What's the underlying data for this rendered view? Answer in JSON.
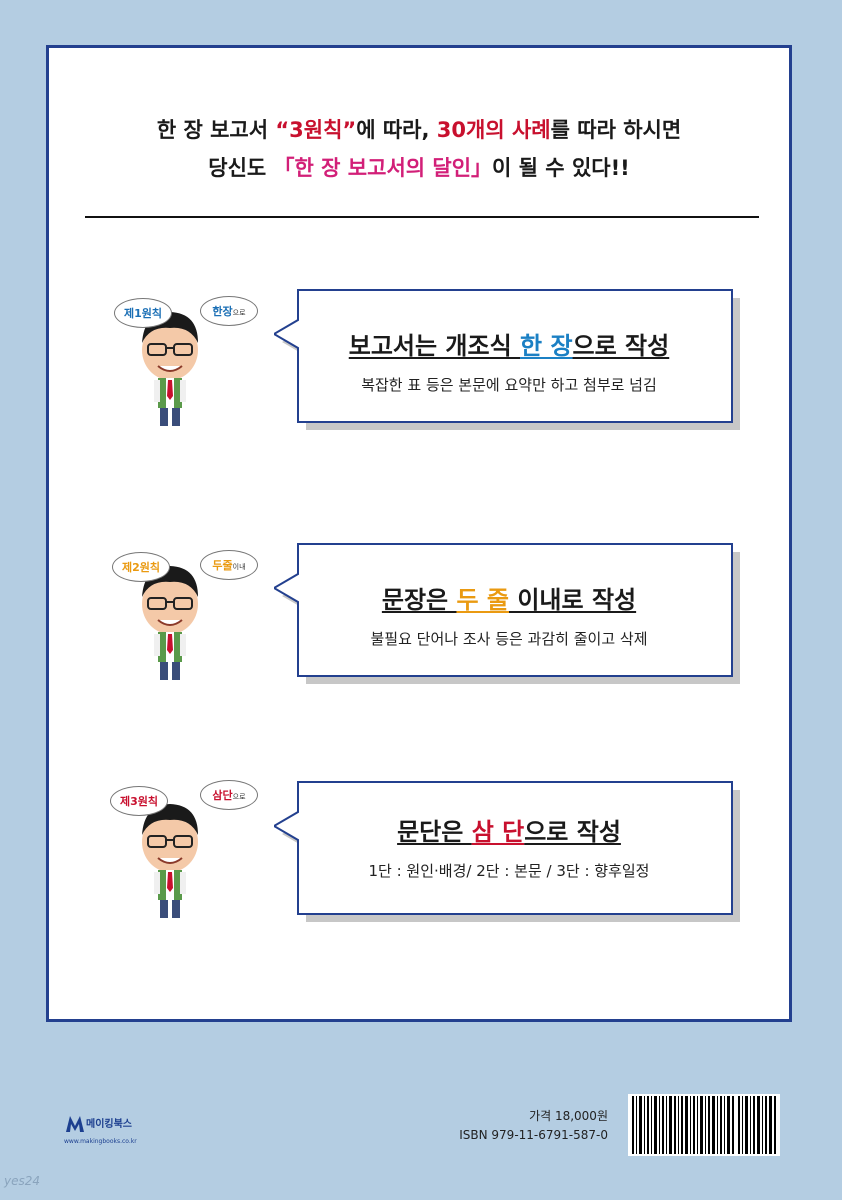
{
  "headline": {
    "line1_a": "한 장 보고서 ",
    "line1_b": "“3원칙”",
    "line1_c": "에 따라, ",
    "line1_d": "30개의 사례",
    "line1_e": "를 따라 하시면",
    "line2_a": "당신도 ",
    "line2_b": "「한 장 보고서의 달인」",
    "line2_c": "이 될 수 있다!!"
  },
  "rules": [
    {
      "tag": "제1원칙",
      "tag_color": "#1b6fb5",
      "keyword": "한장",
      "keyword_small": "으로",
      "keyword_color": "#1b6fb5",
      "title_a": "보고서는 개조식 ",
      "title_b": "한 장",
      "title_c": "으로 작성",
      "subtitle": "복잡한 표 등은 본문에 요약만 하고 첨부로 넘김"
    },
    {
      "tag": "제2원칙",
      "tag_color": "#ea9a11",
      "keyword": "두줄",
      "keyword_small": "이내",
      "keyword_color": "#ea9a11",
      "title_a": "문장은 ",
      "title_b": "두 줄",
      "title_c": " 이내로 작성",
      "subtitle": "불필요 단어나 조사 등은 과감히 줄이고 삭제"
    },
    {
      "tag": "제3원칙",
      "tag_color": "#c8102e",
      "keyword": "삼단",
      "keyword_small": "으로",
      "keyword_color": "#c8102e",
      "title_a": "문단은 ",
      "title_b": "삼 단",
      "title_c": "으로 작성",
      "subtitle": "1단 : 원인·배경/ 2단 : 본문 / 3단 : 향후일정"
    }
  ],
  "publisher": {
    "name": "메이킹북스",
    "url": "www.makingbooks.co.kr"
  },
  "price": "가격 18,000원",
  "isbn": "ISBN 979-11-6791-587-0",
  "watermark": "yes24",
  "colors": {
    "background": "#b4cde2",
    "border": "#23408f",
    "highlight_red": "#c8102e",
    "highlight_magenta": "#d21f78",
    "blue": "#1b80c4",
    "orange": "#ea9a11"
  },
  "icons": [
    "cartoon-man-illustration",
    "speech-callout",
    "barcode",
    "publisher-logo-icon"
  ]
}
